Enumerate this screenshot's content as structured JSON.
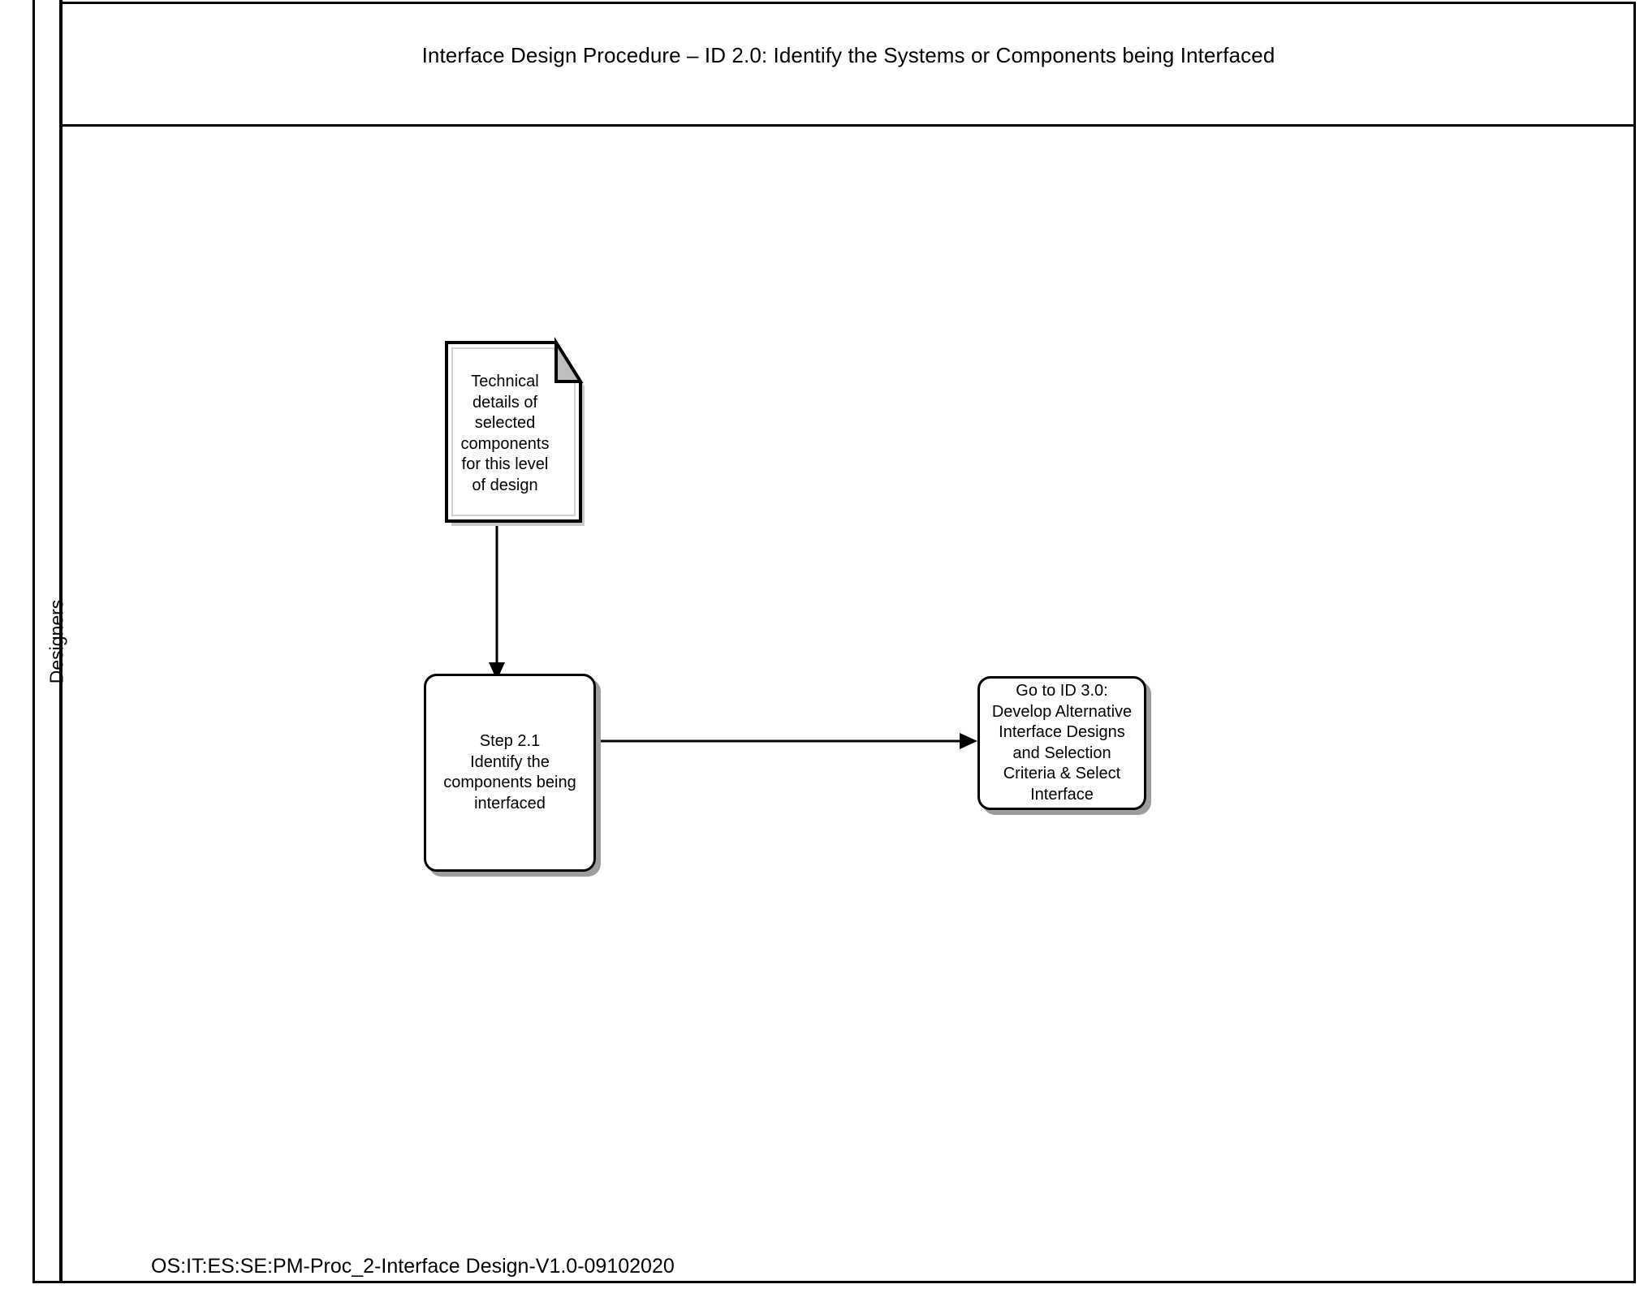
{
  "header": {
    "title": "Interface Design Procedure – ID 2.0: Identify the Systems or Components being Interfaced"
  },
  "swimlane": {
    "label": "Designers"
  },
  "footer": {
    "document_id": "OS:IT:ES:SE:PM-Proc_2-Interface Design-V1.0-09102020"
  },
  "nodes": {
    "document": {
      "type": "document",
      "lines": [
        "Technical",
        "details of",
        "selected",
        "components",
        "for this level",
        "of design"
      ]
    },
    "step21": {
      "type": "process",
      "lines": [
        "Step 2.1",
        "Identify the",
        "components being",
        "interfaced"
      ]
    },
    "goto30": {
      "type": "process",
      "lines": [
        "Go to ID 3.0:",
        "Develop Alternative",
        "Interface Designs",
        "and Selection",
        "Criteria & Select",
        "Interface"
      ]
    }
  },
  "connectors": {
    "doc_to_step": {
      "from": "document",
      "to": "step21",
      "direction": "down"
    },
    "step_to_goto": {
      "from": "step21",
      "to": "goto30",
      "direction": "right"
    }
  },
  "colors": {
    "stroke": "#000000",
    "fill": "#ffffff",
    "fold": "#bfbfbf",
    "shadow": "#9d9d9d"
  }
}
